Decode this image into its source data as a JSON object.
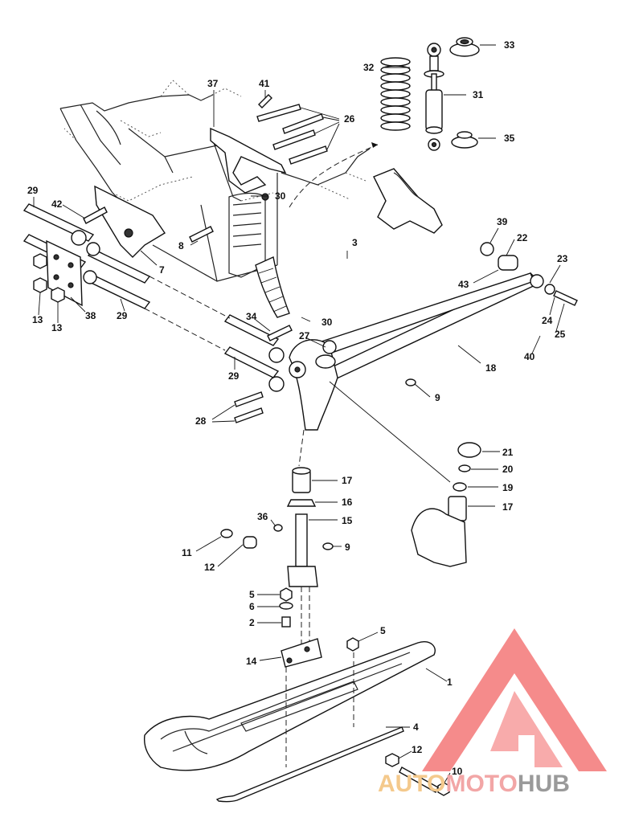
{
  "diagram": {
    "callouts": [
      {
        "id": "c33",
        "text": "33"
      },
      {
        "id": "c32",
        "text": "32"
      },
      {
        "id": "c31",
        "text": "31"
      },
      {
        "id": "c35",
        "text": "35"
      },
      {
        "id": "c37",
        "text": "37"
      },
      {
        "id": "c41",
        "text": "41"
      },
      {
        "id": "c26",
        "text": "26"
      },
      {
        "id": "c29a",
        "text": "29"
      },
      {
        "id": "c42",
        "text": "42"
      },
      {
        "id": "c30a",
        "text": "30"
      },
      {
        "id": "c8",
        "text": "8"
      },
      {
        "id": "c3",
        "text": "3"
      },
      {
        "id": "c39",
        "text": "39"
      },
      {
        "id": "c22",
        "text": "22"
      },
      {
        "id": "c23",
        "text": "23"
      },
      {
        "id": "c7",
        "text": "7"
      },
      {
        "id": "c43",
        "text": "43"
      },
      {
        "id": "c13a",
        "text": "13"
      },
      {
        "id": "c13b",
        "text": "13"
      },
      {
        "id": "c38",
        "text": "38"
      },
      {
        "id": "c29b",
        "text": "29"
      },
      {
        "id": "c34",
        "text": "34"
      },
      {
        "id": "c30b",
        "text": "30"
      },
      {
        "id": "c24",
        "text": "24"
      },
      {
        "id": "c25",
        "text": "25"
      },
      {
        "id": "c27",
        "text": "27"
      },
      {
        "id": "c40",
        "text": "40"
      },
      {
        "id": "c18",
        "text": "18"
      },
      {
        "id": "c29c",
        "text": "29"
      },
      {
        "id": "c9a",
        "text": "9"
      },
      {
        "id": "c28",
        "text": "28"
      },
      {
        "id": "c21",
        "text": "21"
      },
      {
        "id": "c20",
        "text": "20"
      },
      {
        "id": "c17a",
        "text": "17"
      },
      {
        "id": "c19",
        "text": "19"
      },
      {
        "id": "c16",
        "text": "16"
      },
      {
        "id": "c17b",
        "text": "17"
      },
      {
        "id": "c36",
        "text": "36"
      },
      {
        "id": "c15",
        "text": "15"
      },
      {
        "id": "c11",
        "text": "11"
      },
      {
        "id": "c9b",
        "text": "9"
      },
      {
        "id": "c12a",
        "text": "12"
      },
      {
        "id": "c5a",
        "text": "5"
      },
      {
        "id": "c6",
        "text": "6"
      },
      {
        "id": "c2",
        "text": "2"
      },
      {
        "id": "c5b",
        "text": "5"
      },
      {
        "id": "c14",
        "text": "14"
      },
      {
        "id": "c1",
        "text": "1"
      },
      {
        "id": "c4",
        "text": "4"
      },
      {
        "id": "c12b",
        "text": "12"
      },
      {
        "id": "c10",
        "text": "10"
      }
    ]
  },
  "watermark": {
    "part1": "AUTO",
    "part2": "MOTO",
    "part3": "HUB",
    "colors": {
      "auto": "#f4c98c",
      "moto": "#f2a6a6",
      "hub": "#9a9a9a",
      "triangle": "#ef4a4a"
    }
  }
}
